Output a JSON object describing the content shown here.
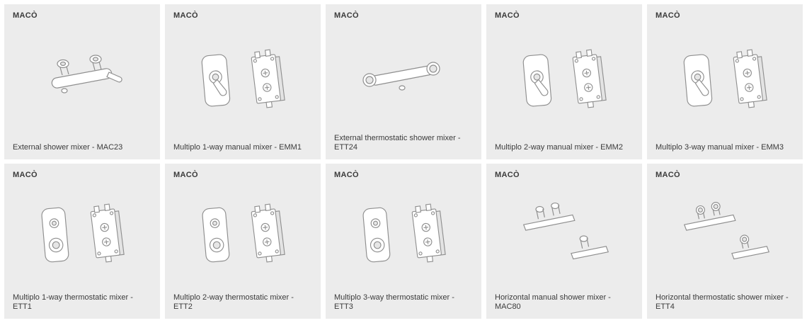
{
  "page": {
    "background": "#ffffff"
  },
  "colors": {
    "card_bg": "#ececec",
    "text": "#3b3b3b",
    "line_art": "#8f8f8f"
  },
  "cards": [
    {
      "brand": "MACÒ",
      "label": "External shower mixer - MAC23",
      "illustration": "external-shower-mixer"
    },
    {
      "brand": "MACÒ",
      "label": "Multiplo 1-way manual mixer - EMM1",
      "illustration": "lever-plate-with-valve-box"
    },
    {
      "brand": "MACÒ",
      "label": "External thermostatic shower mixer - ETT24",
      "illustration": "external-thermostatic-mixer"
    },
    {
      "brand": "MACÒ",
      "label": "Multiplo 2-way manual mixer - EMM2",
      "illustration": "lever-plate-with-valve-box"
    },
    {
      "brand": "MACÒ",
      "label": "Multiplo 3-way manual mixer - EMM3",
      "illustration": "lever-plate-with-valve-box"
    },
    {
      "brand": "MACÒ",
      "label": "Multiplo 1-way thermostatic mixer - ETT1",
      "illustration": "thermostatic-plate-with-valve-box"
    },
    {
      "brand": "MACÒ",
      "label": "Multiplo 2-way thermostatic mixer - ETT2",
      "illustration": "thermostatic-plate-with-valve-box"
    },
    {
      "brand": "MACÒ",
      "label": "Multiplo 3-way thermostatic mixer - ETT3",
      "illustration": "thermostatic-plate-with-valve-box"
    },
    {
      "brand": "MACÒ",
      "label": "Horizontal manual shower mixer - MAC80",
      "illustration": "horizontal-manual-mixer"
    },
    {
      "brand": "MACÒ",
      "label": "Horizontal thermostatic shower mixer - ETT4",
      "illustration": "horizontal-thermostatic-mixer"
    }
  ]
}
